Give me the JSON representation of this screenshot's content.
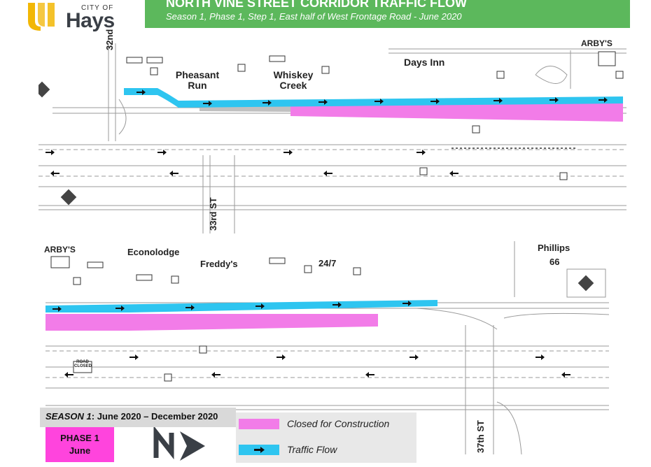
{
  "logo": {
    "city": "CITY OF",
    "name": "Hays"
  },
  "header": {
    "title": "NORTH VINE STREET CORRIDOR TRAFFIC FLOW",
    "subtitle": "Season 1, Phase 1, Step 1, East half of West Frontage Road - June 2020",
    "color": "#5cb85c"
  },
  "map_top": {
    "labels": {
      "street_32": "32nd",
      "pheasant_run": "Pheasant Run",
      "whiskey_creek": "Whiskey Creek",
      "days_inn": "Days Inn",
      "arbys": "ARBY'S",
      "street_33": "33rd ST"
    }
  },
  "map_bottom": {
    "labels": {
      "arbys": "ARBY'S",
      "econolodge": "Econolodge",
      "freddys": "Freddy's",
      "twenty_four_seven": "24/7",
      "phillips": "Phillips",
      "sixty_six": "66",
      "road_closed": "ROAD CLOSED",
      "street_37": "37th ST"
    }
  },
  "legend": {
    "season_prefix": "SEASON 1",
    "season_range": ": June 2020 – December 2020",
    "phase_line1": "PHASE 1",
    "phase_line2": "June",
    "closed_label": "Closed for Construction",
    "flow_label": "Traffic Flow",
    "closed_color": "#f27ce8",
    "flow_color": "#2ec5f0",
    "phase_color": "#ff44dd"
  }
}
